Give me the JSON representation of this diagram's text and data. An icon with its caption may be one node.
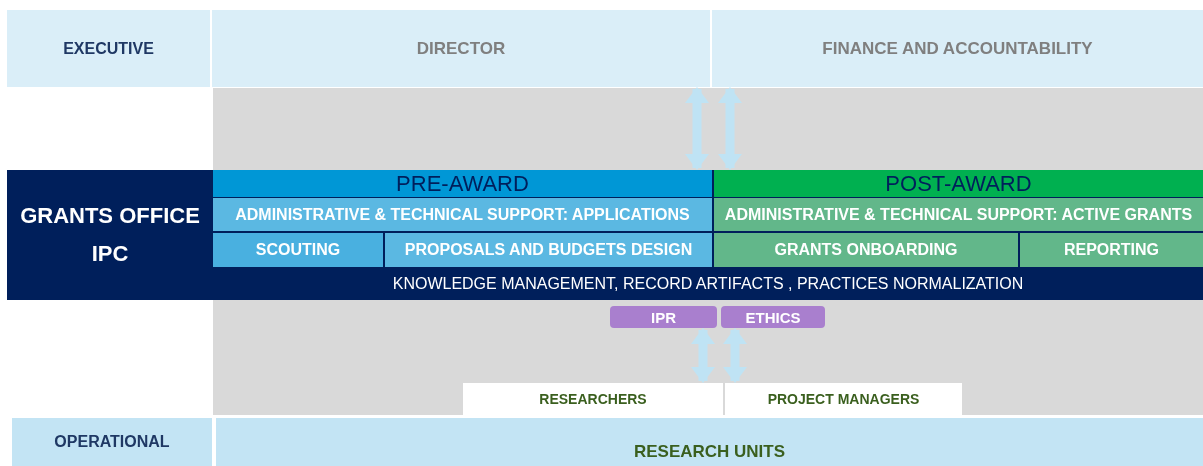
{
  "diagram": {
    "nodes": [
      {
        "text": [
          "EXECUTIVE"
        ]
      },
      {
        "text": [
          "DIRECTOR"
        ]
      },
      {
        "text": [
          "FINANCE AND ACCOUNTABILITY"
        ]
      },
      {
        "text": [
          "GRANTS OFFICE IPC",
          "KNOWLEDGE MANAGEMENT, RECORD ARTIFACTS , PRACTICES NORMALIZATION"
        ]
      },
      {
        "text": [
          "PRE-AWARD"
        ],
        "in": 3
      },
      {
        "text": [
          "ADMINISTRATIVE & TECHNICAL SUPPORT: APPLICATIONS"
        ],
        "in": 3
      },
      {
        "text": [
          "SCOUTING"
        ],
        "in": 3
      },
      {
        "text": [
          "PROPOSALS AND BUDGETS DESIGN"
        ],
        "in": 3
      },
      {
        "text": [
          "POST-AWARD"
        ],
        "in": 3
      },
      {
        "text": [
          "ADMINISTRATIVE & TECHNICAL SUPPORT: ACTIVE GRANTS"
        ],
        "in": 3
      },
      {
        "text": [
          "GRANTS ONBOARDING"
        ],
        "in": 3
      },
      {
        "text": [
          "REPORTING"
        ],
        "in": 3
      },
      {
        "text": [
          "IPR"
        ]
      },
      {
        "text": [
          "ETHICS"
        ]
      },
      {
        "text": [
          "RESEARCHERS"
        ]
      },
      {
        "text": [
          "PROJECT MANAGERS"
        ]
      },
      {
        "text": [
          "OPERATIONAL"
        ]
      },
      {
        "text": [
          "RESEARCH UNITS"
        ]
      }
    ],
    "edges": [
      {
        "from": 1,
        "to": 4,
        "arrow": "both"
      },
      {
        "from": 2,
        "to": 8,
        "arrow": "both"
      },
      {
        "from": 12,
        "to": 14,
        "arrow": "both"
      },
      {
        "from": 13,
        "to": 15,
        "arrow": "both"
      }
    ]
  }
}
